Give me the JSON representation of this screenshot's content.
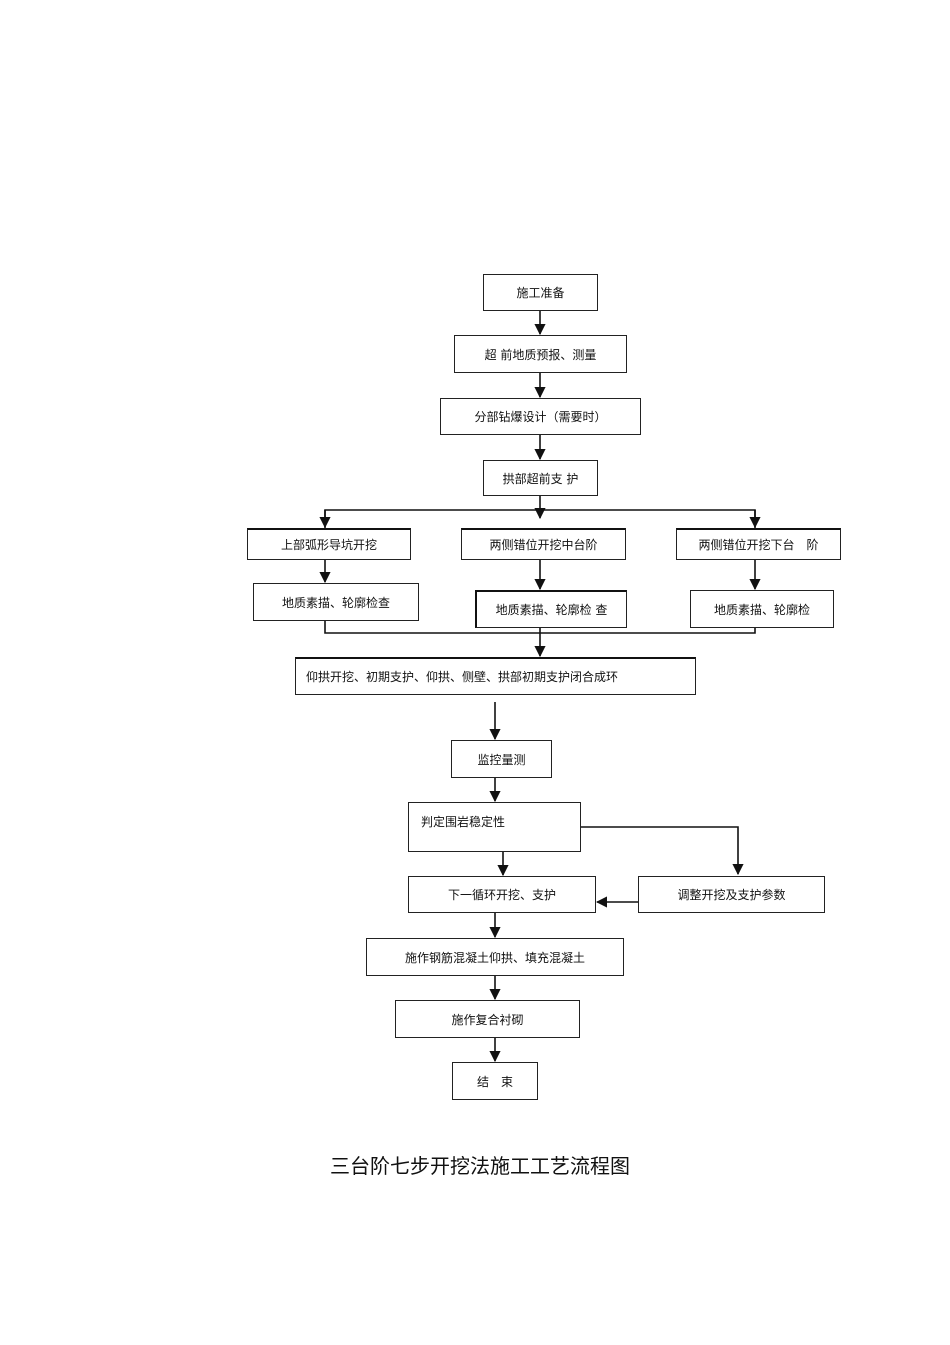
{
  "nodes": {
    "n1": "施工准备",
    "n2": "超 前地质预报、测量",
    "n3": "分部钻爆设计（需要时）",
    "n4": "拱部超前支 护",
    "n5a": "上部弧形导坑开挖",
    "n5b": "两侧错位开挖中台阶",
    "n5c": "两侧错位开挖下台　阶",
    "n6a": "地质素描、轮廓检查",
    "n6b": "地质素描、轮廓检 查",
    "n6c": "地质素描、轮廓检",
    "n7": "仰拱开挖、初期支护、仰拱、侧壁、拱部初期支护闭合成环",
    "n8": "监控量测",
    "n9": "判定围岩稳定性",
    "n10": "下一循环开挖、支护",
    "n11": "调整开挖及支护参数",
    "n12": "施作钢筋混凝土仰拱、填充混凝土",
    "n13": "施作复合衬砌",
    "n14": "结　束"
  },
  "caption": "三台阶七步开挖法施工工艺流程图"
}
